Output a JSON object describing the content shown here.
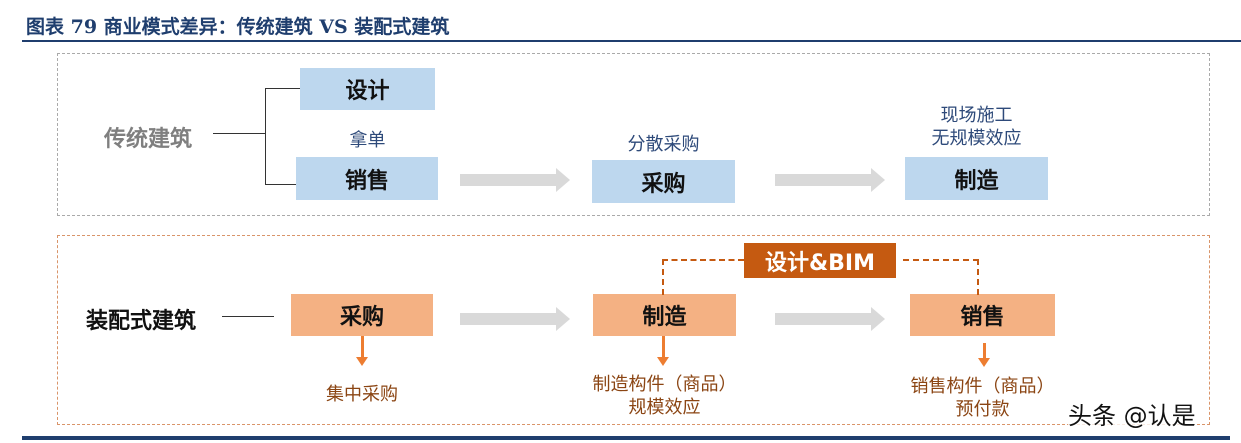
{
  "title": "图表 79 商业模式差异：传统建筑 VS 装配式建筑",
  "traditional": {
    "label": "传统建筑",
    "design": "设计",
    "sales": "销售",
    "sales_note": "拿单",
    "purchase": "采购",
    "purchase_note": "分散采购",
    "manufacture": "制造",
    "manufacture_note": [
      "现场施工",
      "无规模效应"
    ]
  },
  "prefab": {
    "label": "装配式建筑",
    "purchase": "采购",
    "purchase_note": "集中采购",
    "manufacture": "制造",
    "manufacture_note": [
      "制造构件（商品）",
      "规模效应"
    ],
    "sales": "销售",
    "sales_note": [
      "销售构件（商品）",
      "预付款"
    ],
    "design_bim": "设计&BIM"
  },
  "watermark": "头条 @认是",
  "colors": {
    "blue_box": "#bdd7ee",
    "orange_box": "#f4b183",
    "bim": "#c55a11",
    "title": "#1f3e6e"
  }
}
